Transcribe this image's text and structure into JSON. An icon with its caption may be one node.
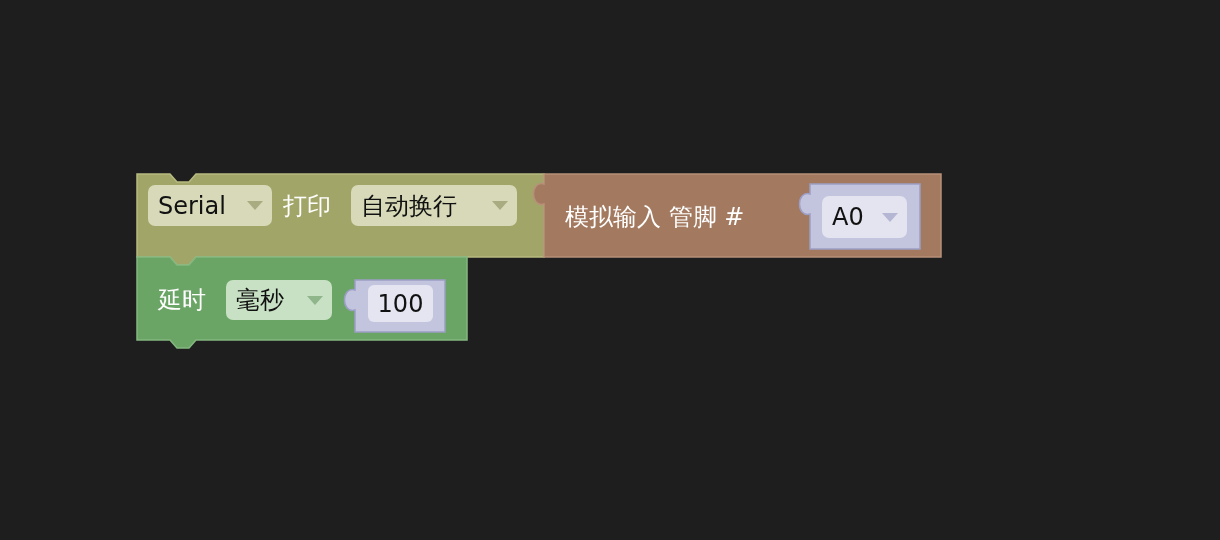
{
  "diagram": {
    "nodes": [
      {
        "text": [
          "打印"
        ]
      },
      {
        "text": [
          "Serial"
        ],
        "in": 0
      },
      {
        "text": [
          "自动换行"
        ],
        "in": 0
      },
      {
        "text": [
          "模拟输入 管脚 #"
        ]
      },
      {
        "text": [],
        "shape": "box",
        "in": 3
      },
      {
        "text": [
          "A0"
        ],
        "in": 4
      },
      {
        "text": [
          "延时"
        ]
      },
      {
        "text": [
          "毫秒"
        ],
        "in": 6
      },
      {
        "text": [],
        "shape": "box",
        "in": 6
      },
      {
        "text": [
          "100"
        ],
        "in": 8
      }
    ]
  }
}
